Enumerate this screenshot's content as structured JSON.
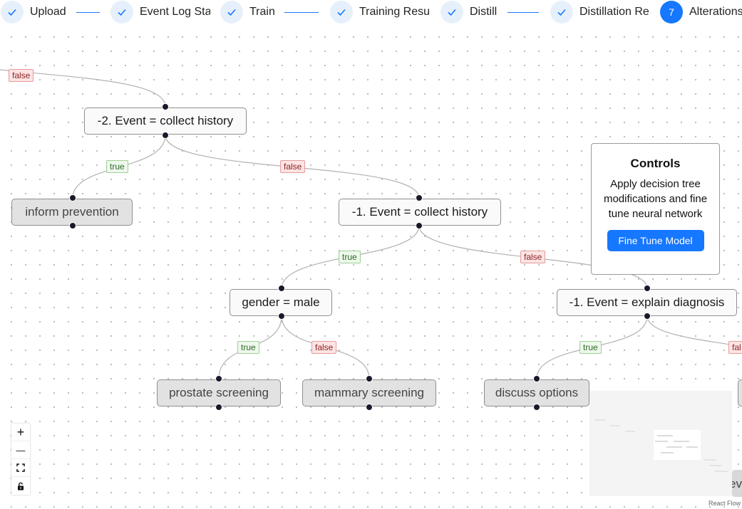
{
  "stepper": {
    "steps": [
      {
        "label": "Upload",
        "status": "done"
      },
      {
        "label": "Event Log Stat",
        "status": "done"
      },
      {
        "label": "Train",
        "status": "done"
      },
      {
        "label": "Training Resul",
        "status": "done"
      },
      {
        "label": "Distill",
        "status": "done"
      },
      {
        "label": "Distillation Re",
        "status": "done"
      },
      {
        "label": "Alterations",
        "status": "active",
        "number": "7"
      }
    ]
  },
  "tree": {
    "nodes": {
      "n_root": "-2. Event = collect history",
      "n_inform": "inform prevention",
      "n_collect1": "-1. Event = collect history",
      "n_gender": "gender = male",
      "n_explain": "-1. Event = explain diagnosis",
      "n_prostate": "prostate screening",
      "n_mammary": "mammary screening",
      "n_discuss": "discuss options",
      "n_edge_partial": "eve"
    },
    "edge_labels": {
      "e_top": "false",
      "e_root_inform": "true",
      "e_root_collect": "false",
      "e_collect_gender": "true",
      "e_collect_explain": "false",
      "e_gender_prostate": "true",
      "e_gender_mammary": "false",
      "e_explain_discuss": "true",
      "e_explain_right": "fal"
    }
  },
  "controls": {
    "title": "Controls",
    "description": "Apply decision tree modifications and fine tune neural network",
    "button": "Fine Tune Model"
  },
  "zoom": {
    "zoom_in": "+",
    "zoom_out": "—"
  },
  "attribution": "React Flow",
  "colors": {
    "accent": "#1677ff",
    "true_bg": "#eef8ec",
    "false_bg": "#fde4e4",
    "leaf_bg": "#e2e2e2"
  }
}
